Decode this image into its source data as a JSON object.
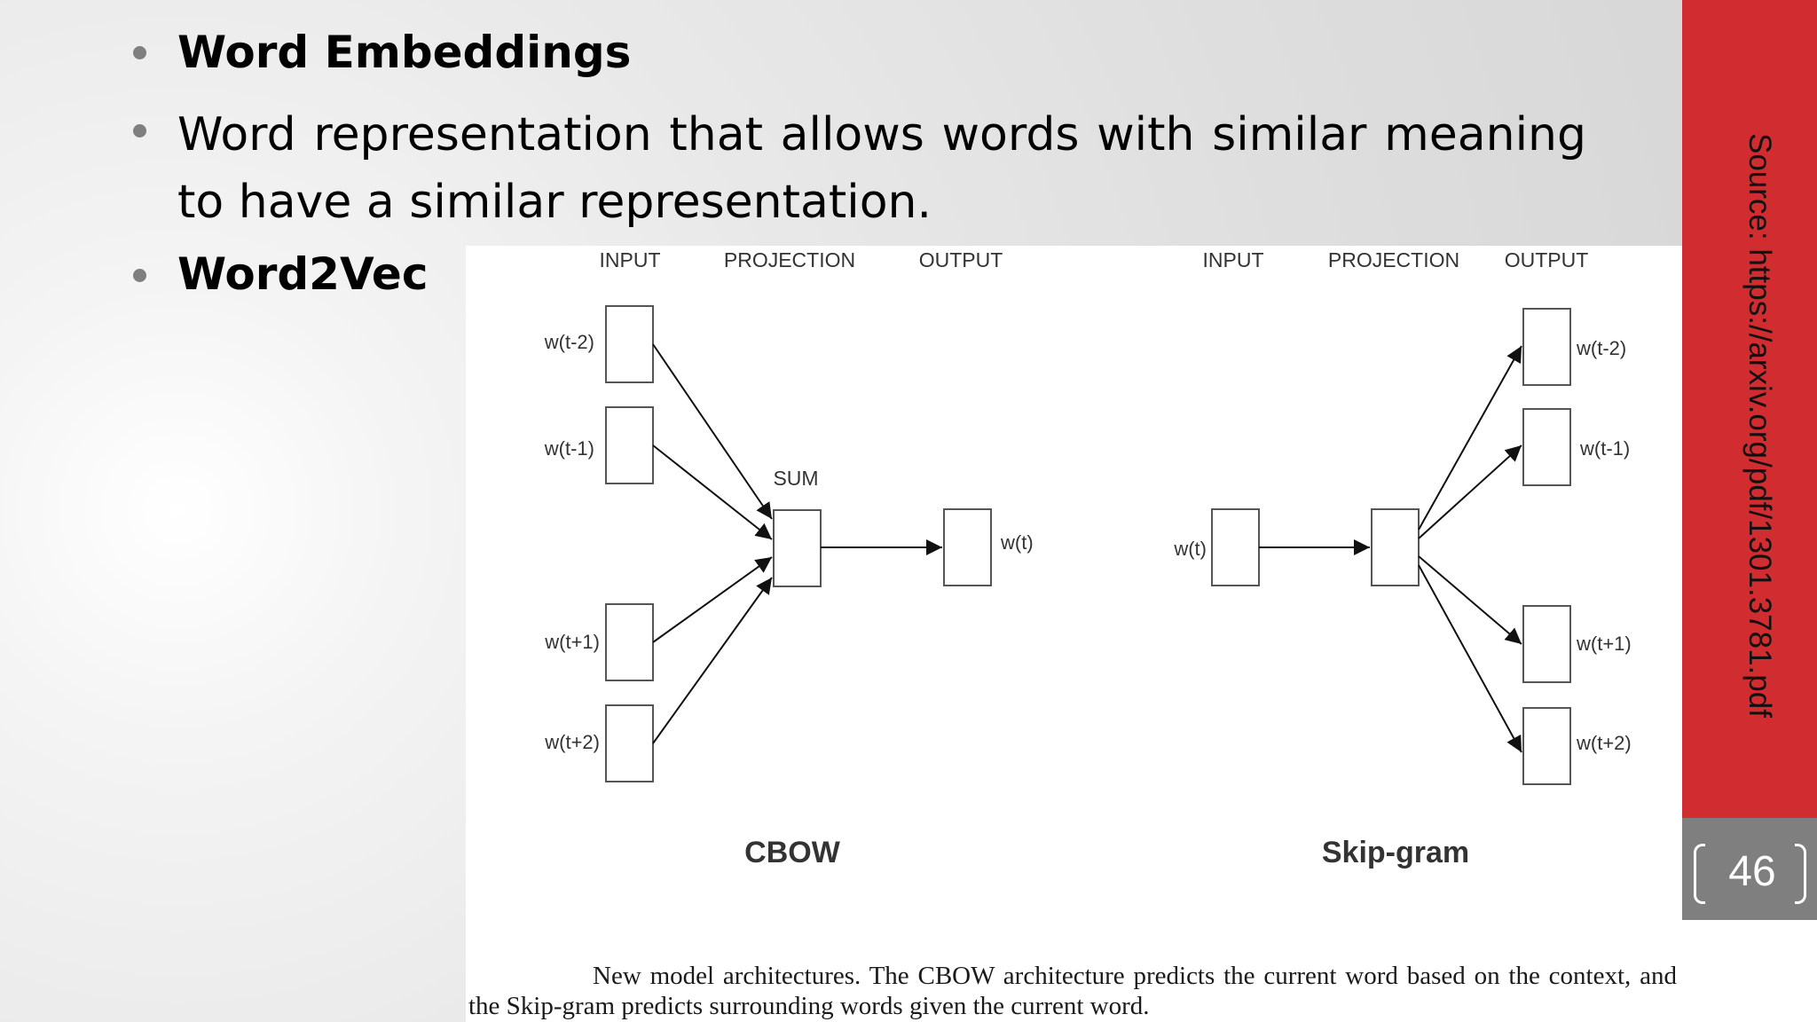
{
  "bullets": [
    {
      "text": "Word Embeddings"
    },
    {
      "text": "Word representation that allows words with similar meaning to have a similar representation."
    },
    {
      "text": "Word2Vec"
    }
  ],
  "figure": {
    "cbow": {
      "headers": {
        "input": "INPUT",
        "projection": "PROJECTION",
        "output": "OUTPUT"
      },
      "inputs": [
        "w(t-2)",
        "w(t-1)",
        "w(t+1)",
        "w(t+2)"
      ],
      "sum_label": "SUM",
      "output": "w(t)",
      "title": "CBOW"
    },
    "skipgram": {
      "headers": {
        "input": "INPUT",
        "projection": "PROJECTION",
        "output": "OUTPUT"
      },
      "input": "w(t)",
      "outputs": [
        "w(t-2)",
        "w(t-1)",
        "w(t+1)",
        "w(t+2)"
      ],
      "title": "Skip-gram"
    },
    "caption": "New model architectures. The CBOW architecture predicts the current word based on the context, and the Skip-gram predicts surrounding words given the current word."
  },
  "sidebar": {
    "source": "Source: https://arxiv.org/pdf/1301.3781.pdf",
    "page_number": "46",
    "accent_color": "#d12c2f"
  }
}
